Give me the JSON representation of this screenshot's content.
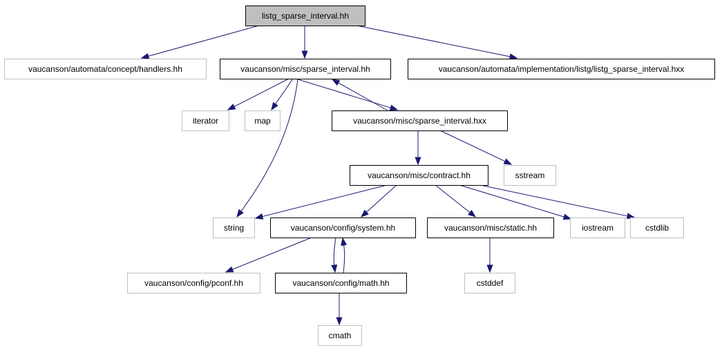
{
  "graph": {
    "nodes": [
      {
        "id": "n_root",
        "label": "listg_sparse_interval.hh",
        "kind": "root"
      },
      {
        "id": "n_handlers",
        "label": "vaucanson/automata/concept/handlers.hh",
        "kind": "external"
      },
      {
        "id": "n_sparse",
        "label": "vaucanson/misc/sparse_interval.hh",
        "kind": "documented"
      },
      {
        "id": "n_listghxx",
        "label": "vaucanson/automata/implementation/listg/listg_sparse_interval.hxx",
        "kind": "documented"
      },
      {
        "id": "n_iterator",
        "label": "iterator",
        "kind": "external"
      },
      {
        "id": "n_map",
        "label": "map",
        "kind": "external"
      },
      {
        "id": "n_sparsehxx",
        "label": "vaucanson/misc/sparse_interval.hxx",
        "kind": "documented"
      },
      {
        "id": "n_contract",
        "label": "vaucanson/misc/contract.hh",
        "kind": "documented"
      },
      {
        "id": "n_sstream",
        "label": "sstream",
        "kind": "external"
      },
      {
        "id": "n_string",
        "label": "string",
        "kind": "external"
      },
      {
        "id": "n_system",
        "label": "vaucanson/config/system.hh",
        "kind": "documented"
      },
      {
        "id": "n_static",
        "label": "vaucanson/misc/static.hh",
        "kind": "documented"
      },
      {
        "id": "n_iostream",
        "label": "iostream",
        "kind": "external"
      },
      {
        "id": "n_cstdlib",
        "label": "cstdlib",
        "kind": "external"
      },
      {
        "id": "n_pconf",
        "label": "vaucanson/config/pconf.hh",
        "kind": "external"
      },
      {
        "id": "n_math",
        "label": "vaucanson/config/math.hh",
        "kind": "documented"
      },
      {
        "id": "n_cstddef",
        "label": "cstddef",
        "kind": "external"
      },
      {
        "id": "n_cmath",
        "label": "cmath",
        "kind": "external"
      }
    ],
    "edges": [
      {
        "from": "n_root",
        "to": "n_handlers"
      },
      {
        "from": "n_root",
        "to": "n_sparse"
      },
      {
        "from": "n_root",
        "to": "n_listghxx"
      },
      {
        "from": "n_sparse",
        "to": "n_iterator"
      },
      {
        "from": "n_sparse",
        "to": "n_map"
      },
      {
        "from": "n_sparse",
        "to": "n_sparsehxx"
      },
      {
        "from": "n_sparse",
        "to": "n_string"
      },
      {
        "from": "n_sparsehxx",
        "to": "n_sparse"
      },
      {
        "from": "n_sparsehxx",
        "to": "n_contract"
      },
      {
        "from": "n_sparsehxx",
        "to": "n_sstream"
      },
      {
        "from": "n_contract",
        "to": "n_string"
      },
      {
        "from": "n_contract",
        "to": "n_system"
      },
      {
        "from": "n_contract",
        "to": "n_static"
      },
      {
        "from": "n_contract",
        "to": "n_iostream"
      },
      {
        "from": "n_contract",
        "to": "n_cstdlib"
      },
      {
        "from": "n_system",
        "to": "n_pconf"
      },
      {
        "from": "n_system",
        "to": "n_math"
      },
      {
        "from": "n_math",
        "to": "n_system"
      },
      {
        "from": "n_math",
        "to": "n_cmath"
      },
      {
        "from": "n_static",
        "to": "n_cstddef"
      }
    ]
  },
  "colors": {
    "edge": "#191970",
    "root_fill": "#bfbfbf",
    "documented_border": "#000000",
    "external_border": "#bfbfbf",
    "node_fill": "#ffffff",
    "text": "#000000"
  }
}
